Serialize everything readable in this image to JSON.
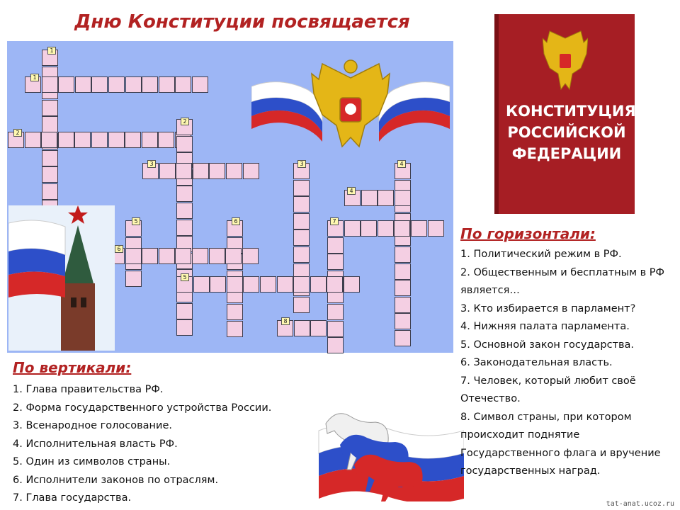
{
  "page": {
    "title": "Дню  Конституции  посвящается"
  },
  "book": {
    "title_lines": [
      "КОНСТИТУЦИЯ",
      "РОССИЙСКОЙ",
      "ФЕДЕРАЦИИ"
    ]
  },
  "colors": {
    "title": "#b22222",
    "board": "#9db6f5",
    "cell": "#f4cfe3",
    "book": "#a61e24",
    "number_badge": "#fff8b0"
  },
  "icons": [
    "russian-coat-of-arms-icon",
    "kremlin-tower-icon",
    "russian-flag-icon",
    "tricolor-horses-icon"
  ],
  "horizontal": {
    "heading": "По горизонтали:",
    "clues": [
      "1. Политический режим в РФ.",
      "2. Общественным и бесплатным в РФ является…",
      "3. Кто избирается в парламент?",
      "4. Нижняя палата парламента.",
      "5. Основной  закон  государства.",
      "6. Законодательная  власть.",
      "7. Человек, который любит своё Отечество.",
      "8.  Символ страны,  при котором происходит поднятие Государственного флага и вручение государственных наград."
    ]
  },
  "vertical": {
    "heading": "По вертикали:",
    "clues": [
      "1. Глава правительства  РФ.",
      "2. Форма государственного  устройства России.",
      "3. Всенародное  голосование.",
      "4. Исполнительная власть РФ.",
      "5. Один из символов страны.",
      "6. Исполнители  законов  по отраслям.",
      "7. Глава государства."
    ]
  },
  "crossword": {
    "numbers": [
      "1",
      "1",
      "2",
      "2",
      "3",
      "3",
      "4",
      "4",
      "5",
      "6",
      "6",
      "7",
      "5",
      "8"
    ]
  },
  "watermark": "tat-anat.ucoz.ru"
}
